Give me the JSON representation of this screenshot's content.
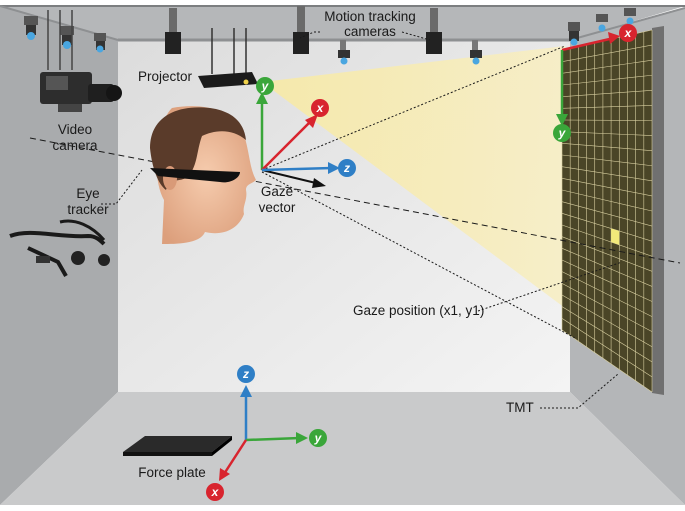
{
  "labels": {
    "motion_tracking": "Motion tracking",
    "cameras": "cameras",
    "projector": "Projector",
    "video": "Video",
    "camera": "camera",
    "eye": "Eye",
    "tracker": "tracker",
    "gaze": "Gaze",
    "vector": "vector",
    "gaze_position": "Gaze position (x1, y1)",
    "tmt": "TMT",
    "force_plate": "Force plate"
  },
  "axes": {
    "x": "x",
    "y": "y",
    "z": "z"
  },
  "axis_colors": {
    "x": "#d8242e",
    "y": "#3aa63a",
    "z": "#2f7fc6"
  },
  "tmt_grid": {
    "cols": 11,
    "rows": 24,
    "highlight_color": "#f2e97a"
  },
  "colors": {
    "wall_left": "#a9abad",
    "wall_back": "#ececec",
    "floor": "#c9cacb",
    "ceiling": "#b5b7b9",
    "beam": "#fbf3c3",
    "board": "#4a4527"
  }
}
